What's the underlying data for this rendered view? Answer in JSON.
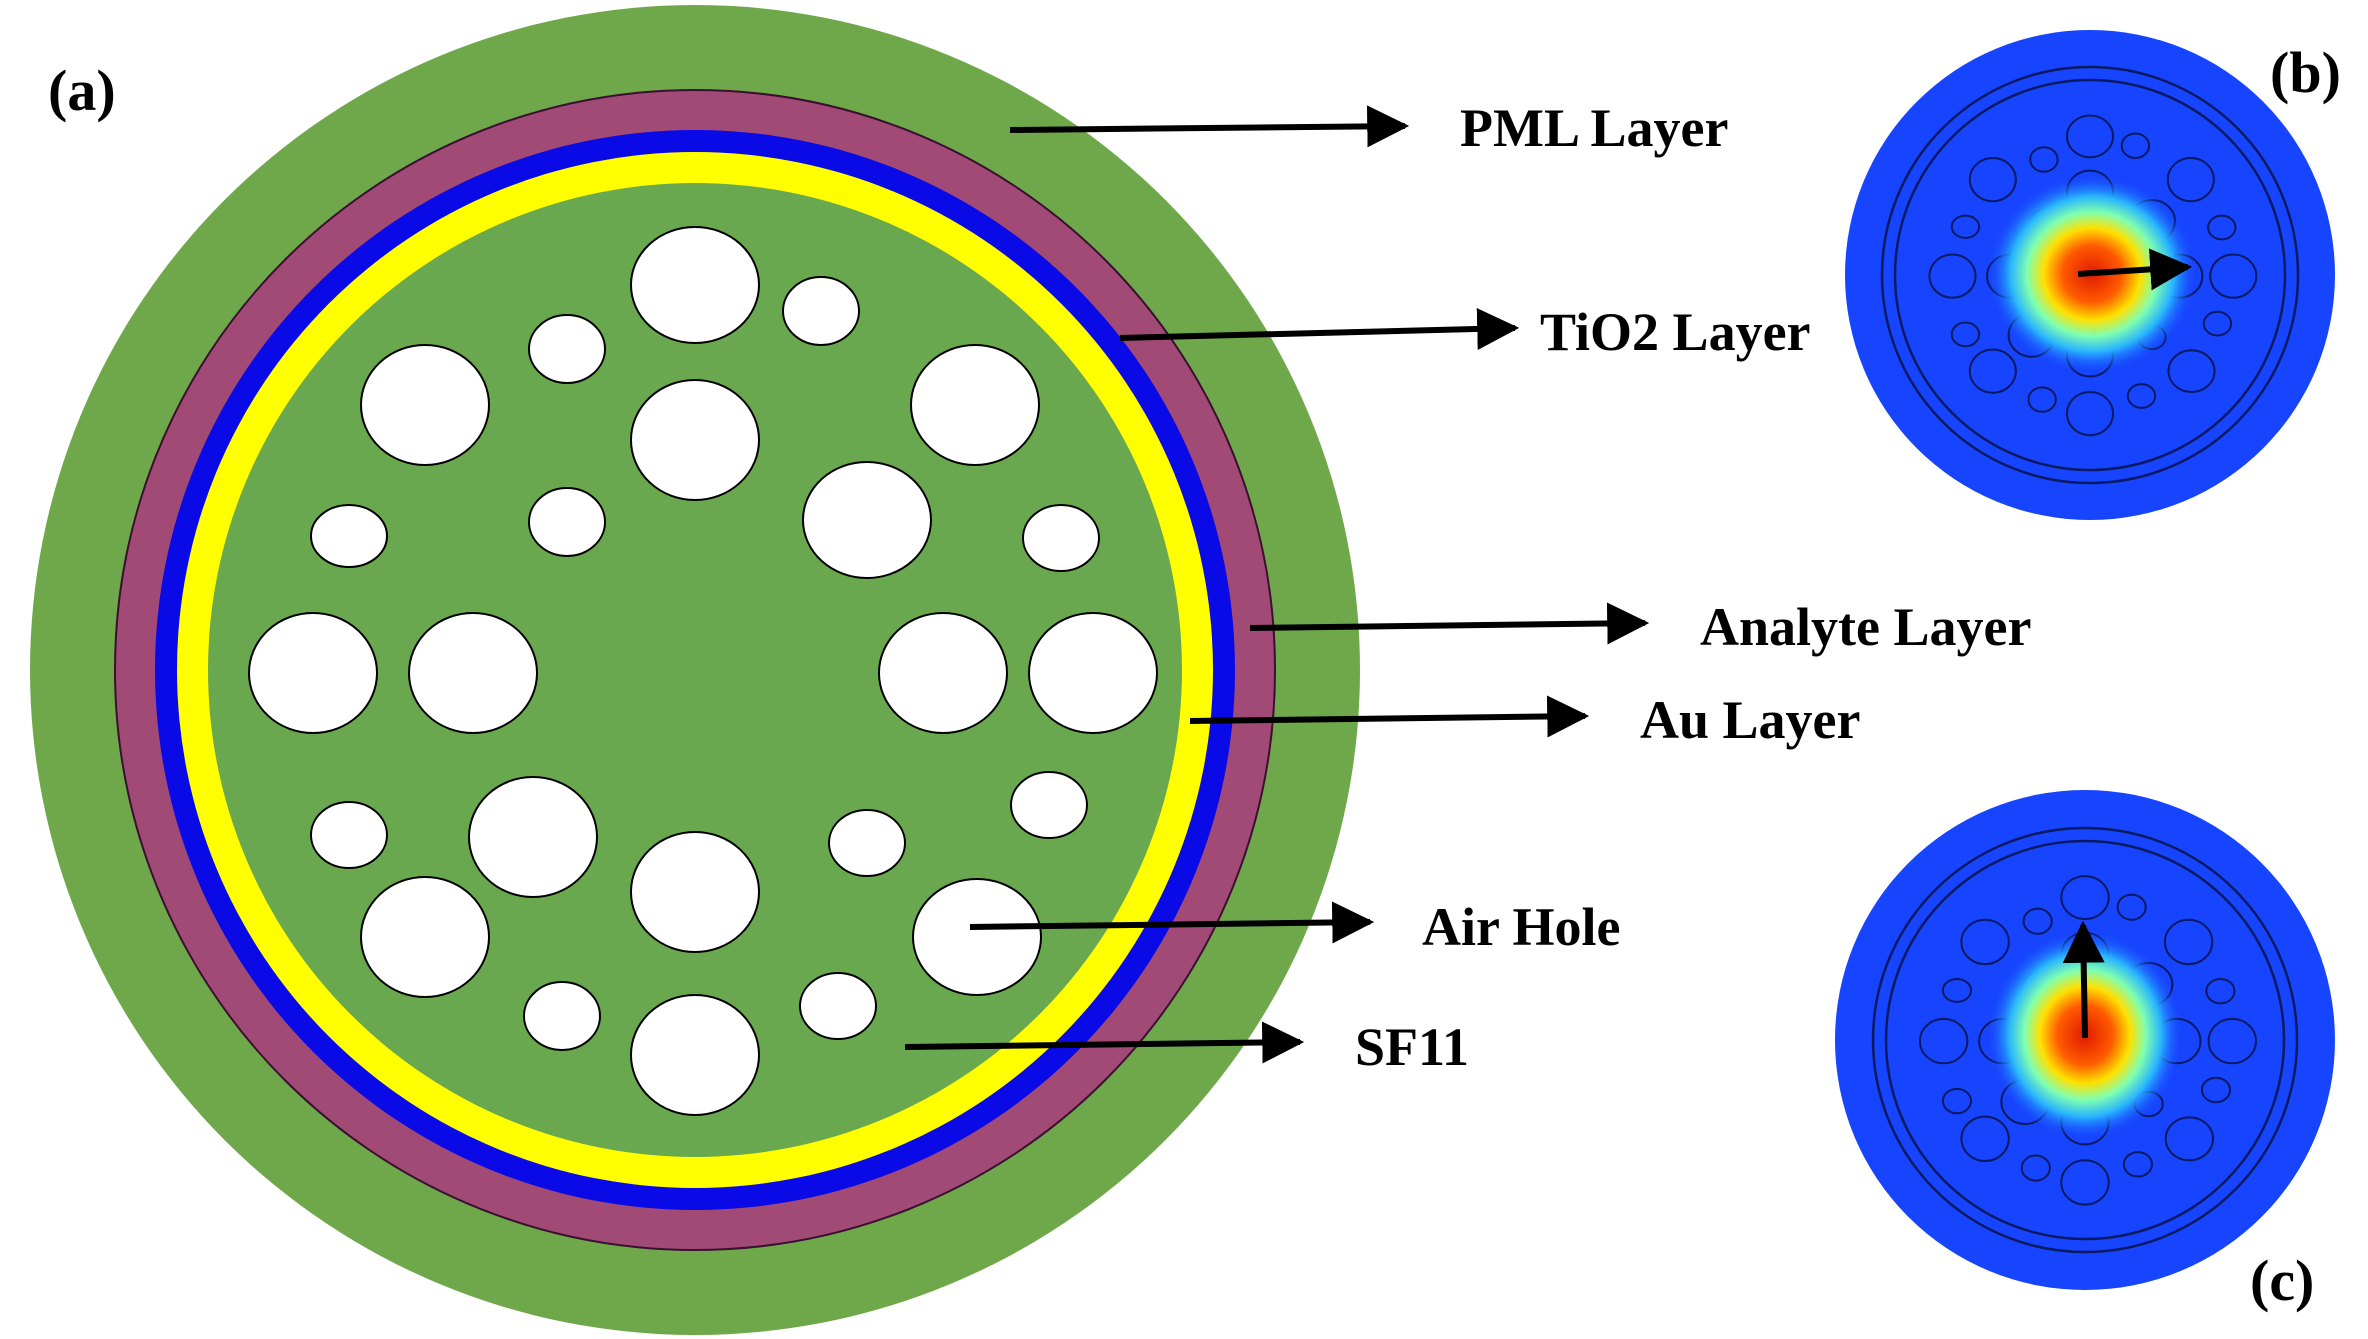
{
  "panels": {
    "a": "(a)",
    "b": "(b)",
    "c": "(c)"
  },
  "labels": {
    "pml": "PML Layer",
    "tio2": "TiO2 Layer",
    "analyte": "Analyte Layer",
    "au": "Au Layer",
    "air_hole": "Air Hole",
    "sf11": "SF11"
  },
  "colors": {
    "pml": "#6fa84a",
    "tio2": "#a14a76",
    "analyte": "#0a0ae6",
    "au": "#ffff00",
    "sf11": "#6aa84f",
    "air_hole": "#ffffff",
    "field_background": "#1744ff",
    "field_peak": "#e62000",
    "arrow": "#000000"
  }
}
